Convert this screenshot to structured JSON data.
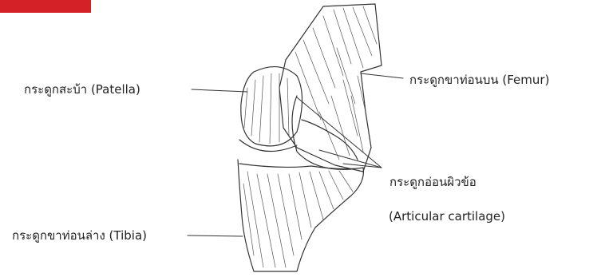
{
  "banner": {
    "color": "#d42027"
  },
  "labels": {
    "patella": "กระดูกสะบ้า (Patella)",
    "femur": "กระดูกขาท่อนบน (Femur)",
    "cartilage_thai": "กระดูกอ่อนผิวข้อ",
    "cartilage_en": "(Articular cartilage)",
    "tibia": "กระดูกขาท่อนล่าง (Tibia)"
  },
  "drawing": {
    "line_color": "#333333"
  }
}
